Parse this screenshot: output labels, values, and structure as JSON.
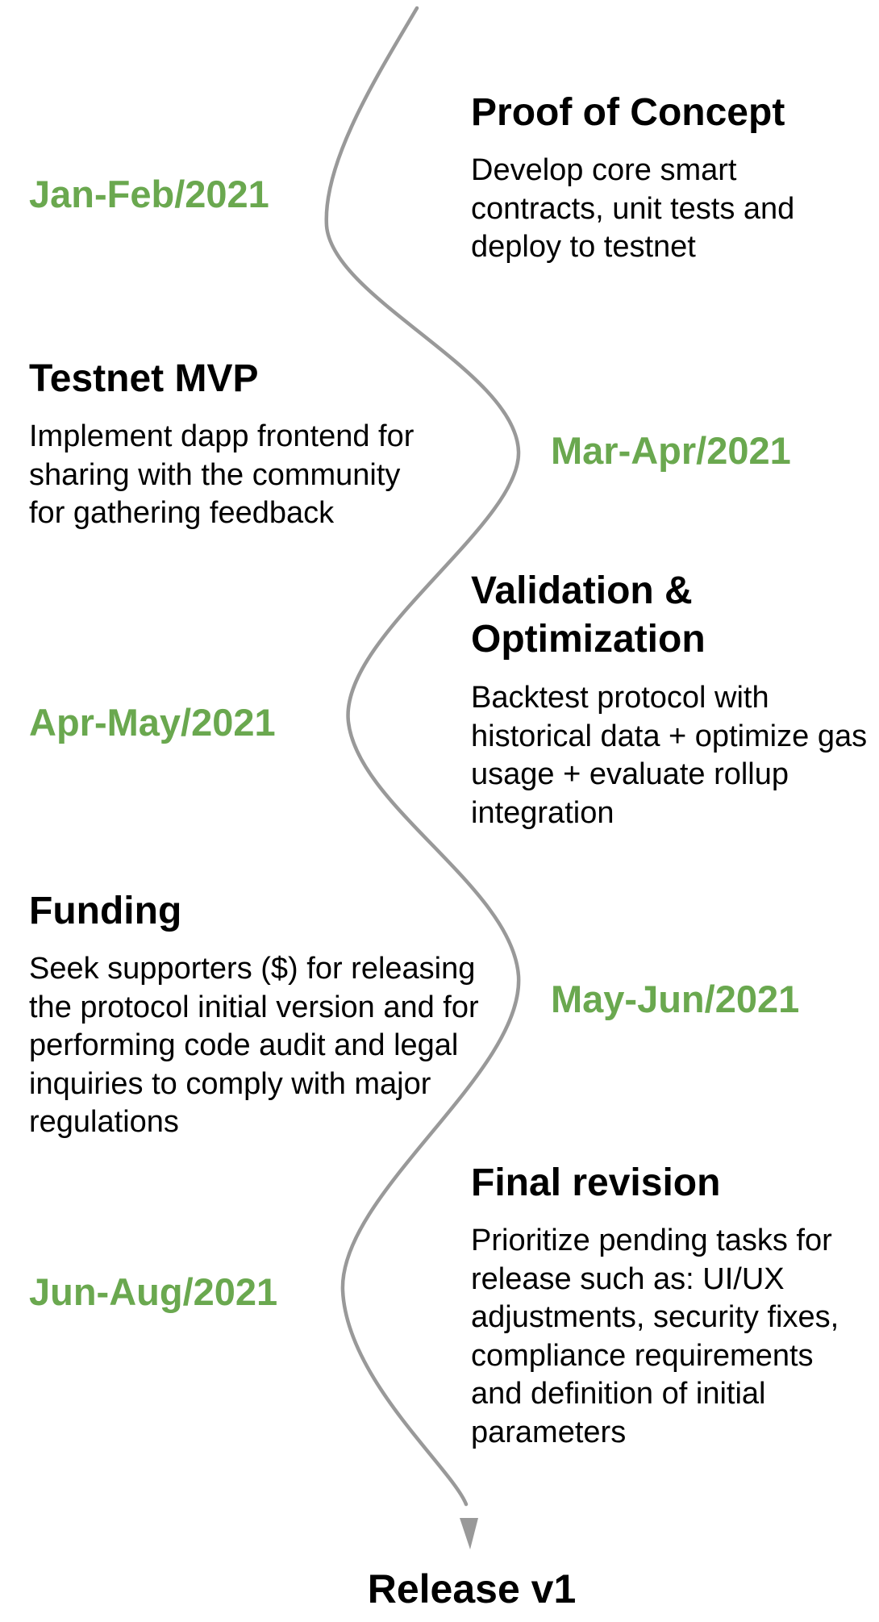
{
  "colors": {
    "date": "#6aa84f",
    "text": "#000000",
    "path": "#999999",
    "background": "#ffffff"
  },
  "milestones": [
    {
      "date": "Jan-Feb/2021",
      "title": "Proof of Concept",
      "description": "Develop core smart contracts, unit tests and deploy to testnet"
    },
    {
      "date": "Mar-Apr/2021",
      "title": "Testnet MVP",
      "description": "Implement dapp frontend for sharing with the community for gathering feedback"
    },
    {
      "date": "Apr-May/2021",
      "title": "Validation & Optimization",
      "description": "Backtest protocol with historical data + optimize gas usage + evaluate rollup integration"
    },
    {
      "date": "May-Jun/2021",
      "title": "Funding",
      "description": "Seek supporters ($) for releasing the protocol initial version and for performing code audit and legal inquiries to comply with major regulations"
    },
    {
      "date": "Jun-Aug/2021",
      "title": "Final revision",
      "description": "Prioritize pending tasks for release such as: UI/UX adjustments, security fixes, compliance requirements and definition of initial parameters"
    }
  ],
  "final_label": "Release v1"
}
